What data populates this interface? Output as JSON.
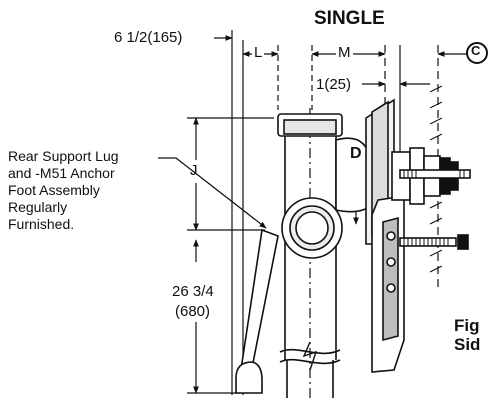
{
  "title": "SINGLE",
  "dimensions": {
    "overall_width": "6 1/2(165)",
    "L": "L",
    "M": "M",
    "small_offset": "1(25)",
    "C": "C",
    "J": "J",
    "D": "D",
    "height_in": "26 3/4",
    "height_mm": "(680)"
  },
  "note": {
    "line1": "Rear Support Lug",
    "line2": "and -M51 Anchor",
    "line3": "Foot Assembly",
    "line4": "Regularly",
    "line5": "Furnished."
  },
  "cut_off_text": {
    "line1": "Fig",
    "line2": "Sid"
  }
}
